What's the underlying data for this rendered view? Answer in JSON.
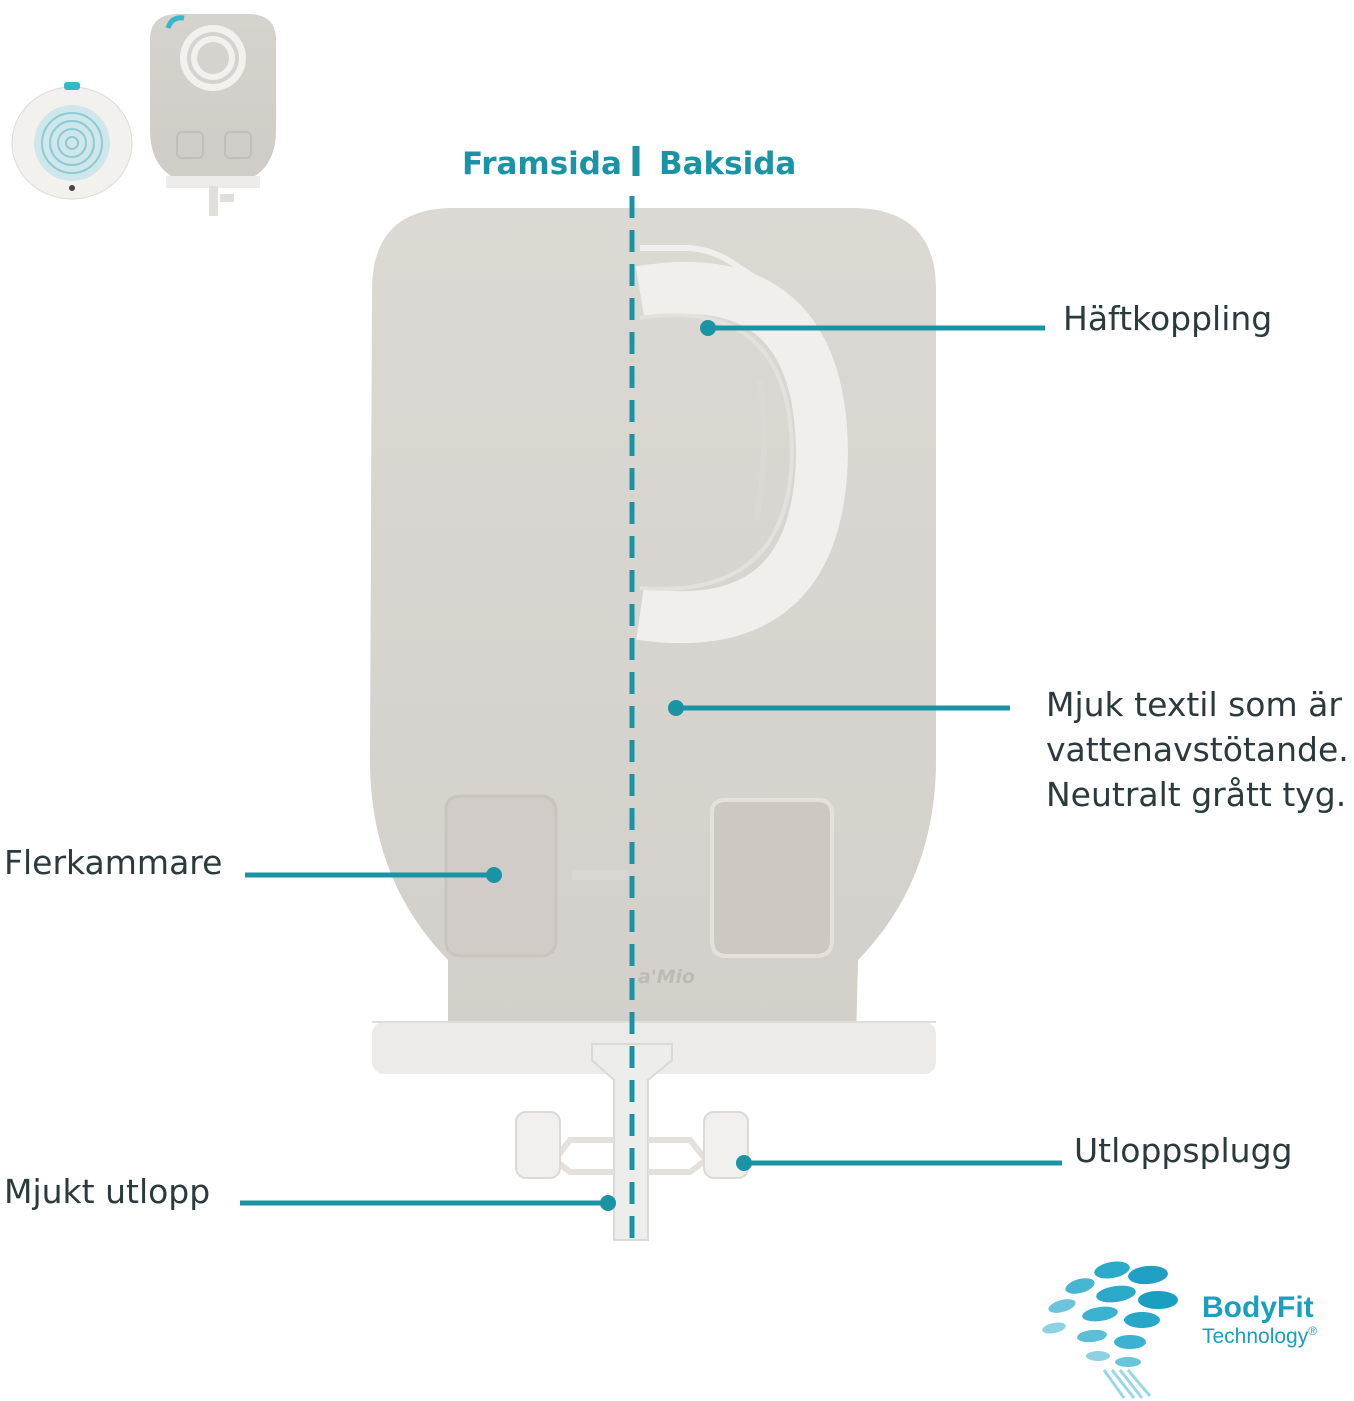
{
  "header": {
    "front_label": "Framsida",
    "back_label": "Baksida"
  },
  "callouts": {
    "haftkoppling": "Häftkoppling",
    "textile_line1": "Mjuk textil som är",
    "textile_line2": "vattenavstötande.",
    "textile_line3": "Neutralt grått tyg.",
    "flerkammare": "Flerkammare",
    "utloppsplugg": "Utloppsplugg",
    "mjukt_utlopp": "Mjukt utlopp"
  },
  "product_print": "a'Mio",
  "brand": {
    "name": "BodyFit",
    "subtitle": "Technology",
    "mark": "®"
  },
  "colors": {
    "accent": "#1a93a5",
    "pouch": "#d8d4cf",
    "text": "#2b3a3d"
  }
}
